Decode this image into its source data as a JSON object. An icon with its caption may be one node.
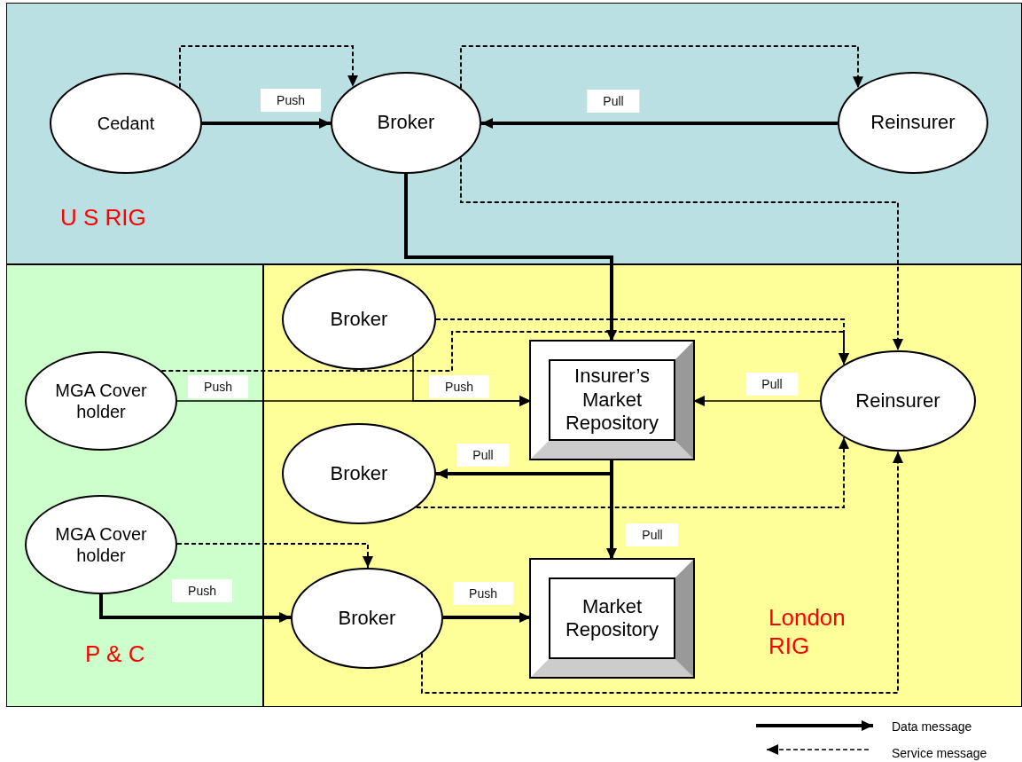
{
  "diagram": {
    "nodes": [
      {
        "text": [
          "U S RIG"
        ]
      },
      {
        "text": [
          "Cedant"
        ],
        "in": 0
      },
      {
        "text": [
          "Broker"
        ],
        "in": 0
      },
      {
        "text": [
          "Reinsurer"
        ],
        "in": 0
      },
      {
        "text": [
          "P & C"
        ]
      },
      {
        "text": [
          "MGA Cover holder"
        ],
        "in": 4
      },
      {
        "text": [
          "MGA Cover holder"
        ],
        "in": 4
      },
      {
        "text": [
          "London RIG"
        ]
      },
      {
        "text": [
          "Broker"
        ],
        "in": 7
      },
      {
        "text": [
          "Insurer’s Market Repository"
        ],
        "in": 7
      },
      {
        "text": [
          "Reinsurer"
        ],
        "in": 7
      },
      {
        "text": [
          "Broker"
        ],
        "in": 7
      },
      {
        "text": [
          "Broker"
        ],
        "in": 7
      },
      {
        "text": [
          "Market Repository"
        ],
        "in": 7
      }
    ],
    "edges": [
      {
        "from": 1,
        "to": 2,
        "arrow": "to",
        "label": "Push",
        "style": "thick"
      },
      {
        "from": 1,
        "to": 2,
        "arrow": "to",
        "style": "dashed"
      },
      {
        "from": 2,
        "to": 3,
        "arrow": "to",
        "style": "dashed"
      },
      {
        "from": 3,
        "to": 2,
        "arrow": "to",
        "label": "Pull",
        "style": "thick"
      },
      {
        "from": 2,
        "to": 9,
        "arrow": "to",
        "style": "thick"
      },
      {
        "from": 2,
        "to": 10,
        "arrow": "to",
        "style": "dashed"
      },
      {
        "from": 5,
        "to": 9,
        "arrow": "to",
        "label": "Push"
      },
      {
        "from": 8,
        "to": 9,
        "arrow": "to",
        "label": "Push"
      },
      {
        "from": 5,
        "to": 10,
        "arrow": "to",
        "style": "dashed"
      },
      {
        "from": 8,
        "to": 10,
        "arrow": "to",
        "style": "dashed"
      },
      {
        "from": 9,
        "to": 11,
        "arrow": "to",
        "label": "Pull",
        "style": "thick"
      },
      {
        "from": 9,
        "to": 13,
        "arrow": "to",
        "label": "Pull",
        "style": "thick"
      },
      {
        "from": 11,
        "to": 10,
        "arrow": "to",
        "style": "dashed"
      },
      {
        "from": 10,
        "to": 9,
        "arrow": "to",
        "label": "Pull"
      },
      {
        "from": 6,
        "to": 12,
        "arrow": "to",
        "style": "dashed"
      },
      {
        "from": 6,
        "to": 12,
        "arrow": "to",
        "label": "Push",
        "style": "thick"
      },
      {
        "from": 12,
        "to": 13,
        "arrow": "to",
        "label": "Push",
        "style": "thick"
      },
      {
        "from": 12,
        "to": 10,
        "arrow": "to",
        "style": "dashed"
      }
    ],
    "legend": [
      {
        "text": "Data message"
      },
      {
        "text": "Service message"
      }
    ]
  }
}
